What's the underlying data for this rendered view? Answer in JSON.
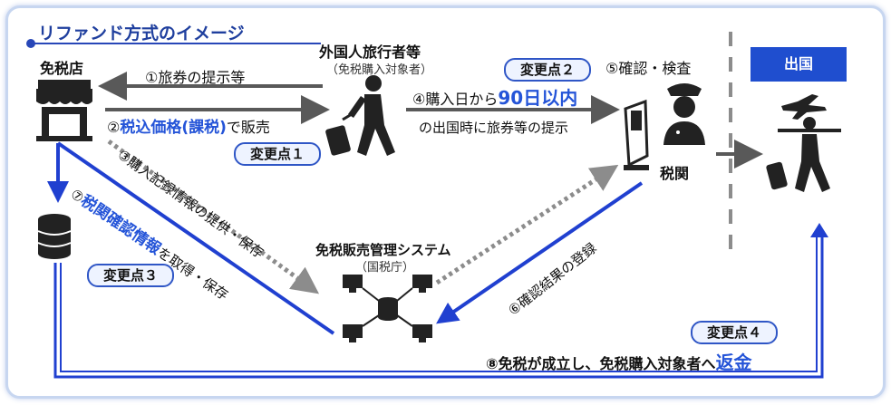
{
  "title": "リファンド方式のイメージ",
  "actors": {
    "shop": "免税店",
    "traveler": "外国人旅行者等",
    "traveler_sub": "（免税購入対象者）",
    "customs": "税関",
    "system": "免税販売管理システム",
    "system_sub": "（国税庁）",
    "departure": "出国"
  },
  "steps": {
    "s1": "①旅券の提示等",
    "s2_pre": "②",
    "s2_em": "税込価格(課税)",
    "s2_post": "で販売",
    "s3": "③購入記録情報の提供・保存",
    "s4_pre": "④購入日から",
    "s4_em": "90日以内",
    "s4_line2": "の出国時に旅券等の提示",
    "s5": "⑤確認・検査",
    "s6": "⑥確認結果の登録",
    "s7_pre": "⑦",
    "s7_em": "税関確認情報",
    "s7_post": "を取得・保存",
    "s8_pre": "⑧免税が成立し、免税購入対象者へ",
    "s8_em": "返金"
  },
  "badges": {
    "b1": "変更点１",
    "b2": "変更点２",
    "b3": "変更点３",
    "b4": "変更点４"
  },
  "colors": {
    "accent": "#2454d8",
    "arrow_gray": "#595959",
    "dash_gray": "#8c8c8c"
  }
}
